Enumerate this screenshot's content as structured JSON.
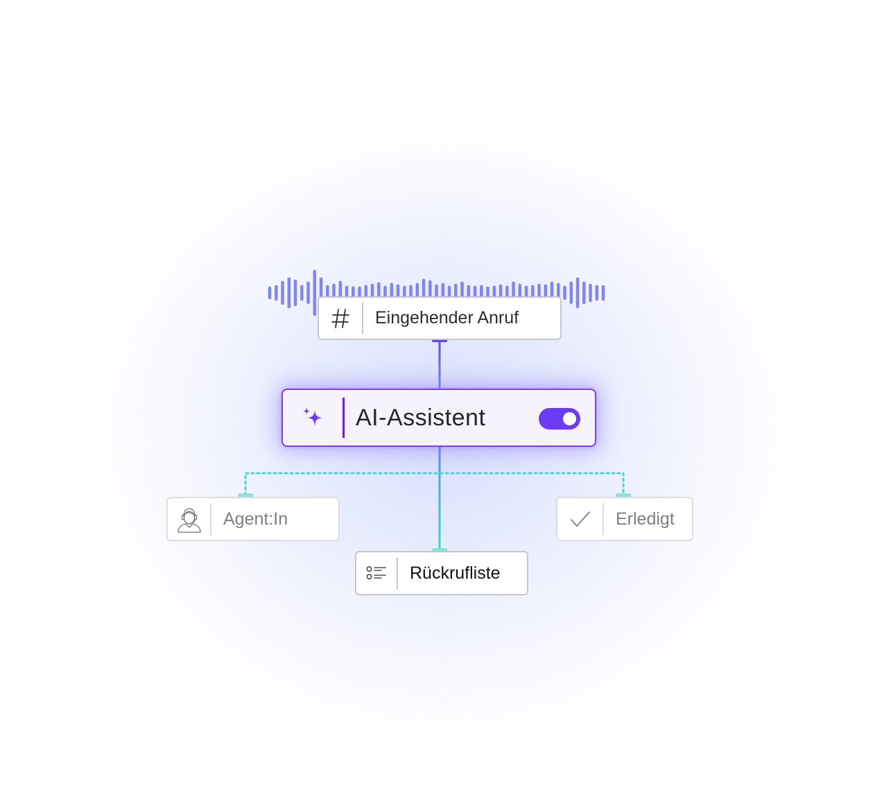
{
  "nodes": {
    "incoming_call": {
      "label": "Eingehender Anruf",
      "icon": "hash-icon"
    },
    "ai_assistant": {
      "label": "AI-Assistent",
      "icon": "sparkle-icon",
      "toggle_on": true
    },
    "agent": {
      "label": "Agent:In",
      "icon": "agent-headset-icon"
    },
    "done": {
      "label": "Erledigt",
      "icon": "checkmark-icon"
    },
    "callback_list": {
      "label": "Rückrufliste",
      "icon": "list-icon"
    }
  },
  "colors": {
    "accent_purple": "#7b3ff0",
    "toggle": "#6a3cf6",
    "waveform": "#7f86f0",
    "connector_blue": "#6d84f5",
    "connector_teal": "#3ad9cf",
    "node_border": "#c6c6cc"
  }
}
